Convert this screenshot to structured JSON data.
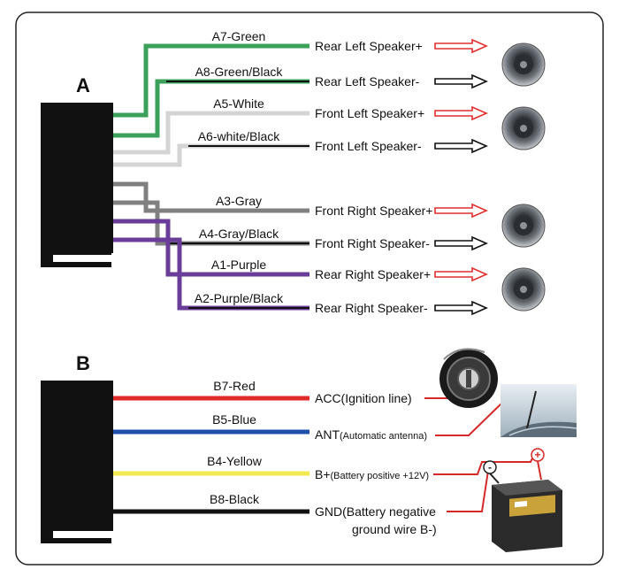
{
  "section_a": {
    "letter": "A",
    "wires": [
      {
        "label": "A7-Green",
        "color": "#3aa05a",
        "function": "Rear Left Speaker+",
        "polarity": "positive"
      },
      {
        "label": "A8-Green/Black",
        "color": "#3aa05a",
        "function": "Rear Left Speaker-",
        "polarity": "negative"
      },
      {
        "label": "A5-White",
        "color": "#d4d4d4",
        "function": "Front Left Speaker+",
        "polarity": "positive"
      },
      {
        "label": "A6-white/Black",
        "color": "#d4d4d4",
        "function": "Front Left Speaker-",
        "polarity": "negative"
      },
      {
        "label": "A3-Gray",
        "color": "#808080",
        "function": "Front Right Speaker+",
        "polarity": "positive"
      },
      {
        "label": "A4-Gray/Black",
        "color": "#808080",
        "function": "Front Right Speaker-",
        "polarity": "negative"
      },
      {
        "label": "A1-Purple",
        "color": "#6a3d9a",
        "function": "Rear Right Speaker+",
        "polarity": "positive"
      },
      {
        "label": "A2-Purple/Black",
        "color": "#6a3d9a",
        "function": "Rear Right Speaker-",
        "polarity": "negative"
      }
    ]
  },
  "section_b": {
    "letter": "B",
    "wires": [
      {
        "label": "B7-Red",
        "color": "#e02b2b",
        "function_main": "ACC(Ignition line)",
        "function_sub": "",
        "icon": "ignition-key-icon"
      },
      {
        "label": "B5-Blue",
        "color": "#1f4fa8",
        "function_main": "ANT",
        "function_sub": "(Automatic antenna)",
        "icon": "antenna-icon"
      },
      {
        "label": "B4-Yellow",
        "color": "#f2e94e",
        "function_main": "B+",
        "function_sub": "(Battery positive +12V)",
        "icon": "battery-icon"
      },
      {
        "label": "B8-Black",
        "color": "#111111",
        "function_main": "GND(Battery negative",
        "function_line2": "ground wire B-)",
        "icon": "battery-icon"
      }
    ]
  },
  "battery": {
    "plus_sign": "+",
    "minus_sign": "-"
  },
  "colors": {
    "positive_arrow": "#e03030",
    "negative_arrow": "#111111",
    "connector": "#111111",
    "leader_line": "#d42a2a"
  }
}
